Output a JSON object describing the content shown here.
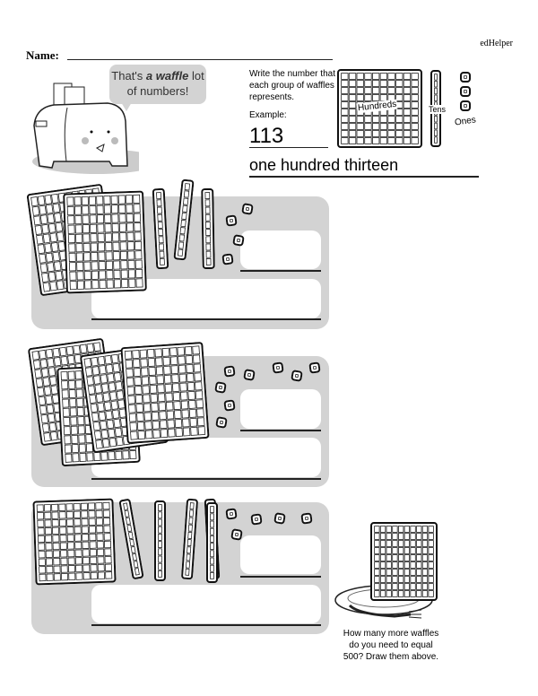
{
  "header": {
    "brand": "edHelper",
    "name_label": "Name:"
  },
  "speech": {
    "text_pre": "That's ",
    "text_bold": "a waffle",
    "text_post": " lot of numbers!"
  },
  "instructions": {
    "text": "Write the number that each group of waffles represents.",
    "example_label": "Example:",
    "example_number": "113",
    "example_words": "one hundred thirteen",
    "label_hundreds": "Hundreds",
    "label_tens": "Tens",
    "label_ones": "Ones"
  },
  "problems": [
    {
      "hundreds": 2,
      "tens": 3,
      "ones": 4
    },
    {
      "hundreds": 4,
      "tens": 0,
      "ones": 8
    },
    {
      "hundreds": 1,
      "tens": 5,
      "ones": 5
    }
  ],
  "bonus": {
    "question": "How many more waffles do you need to equal 500? Draw them above.",
    "plate_hundreds": 1
  }
}
